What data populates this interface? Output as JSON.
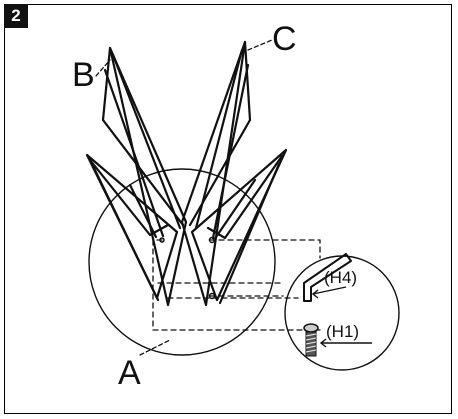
{
  "step": {
    "number": "2"
  },
  "labels": {
    "a": "A",
    "b": "B",
    "c": "C"
  },
  "parts": {
    "allen_key": {
      "code": "(H4)",
      "icon": "allen-key-icon"
    },
    "bolt": {
      "code": "(H1)",
      "icon": "bolt-icon"
    }
  },
  "colors": {
    "stroke": "#111111",
    "background": "#ffffff"
  }
}
